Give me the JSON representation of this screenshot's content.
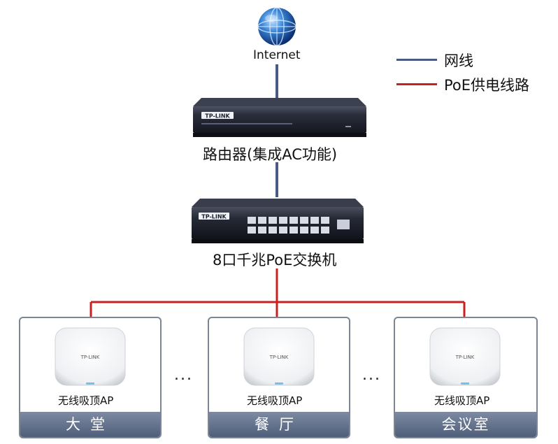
{
  "internet": {
    "label": "Internet"
  },
  "legend": {
    "items": [
      {
        "label": "网线",
        "color": "#4a5a86"
      },
      {
        "label": "PoE供电线路",
        "color": "#c62222"
      }
    ]
  },
  "router": {
    "brand": "TP-LINK",
    "caption": "路由器(集成AC功能)"
  },
  "switch": {
    "brand": "TP-LINK",
    "caption": "8口千兆PoE交换机"
  },
  "ellipsis": "...",
  "rooms": [
    {
      "ap_label": "无线吸顶AP",
      "ap_brand": "TP-LINK",
      "room": "大堂"
    },
    {
      "ap_label": "无线吸顶AP",
      "ap_brand": "TP-LINK",
      "room": "餐厅"
    },
    {
      "ap_label": "无线吸顶AP",
      "ap_brand": "TP-LINK",
      "room": "会议室"
    }
  ],
  "colors": {
    "network_cable": "#4a5a86",
    "poe_line": "#c62222",
    "room_bar": "#5f6d88"
  }
}
